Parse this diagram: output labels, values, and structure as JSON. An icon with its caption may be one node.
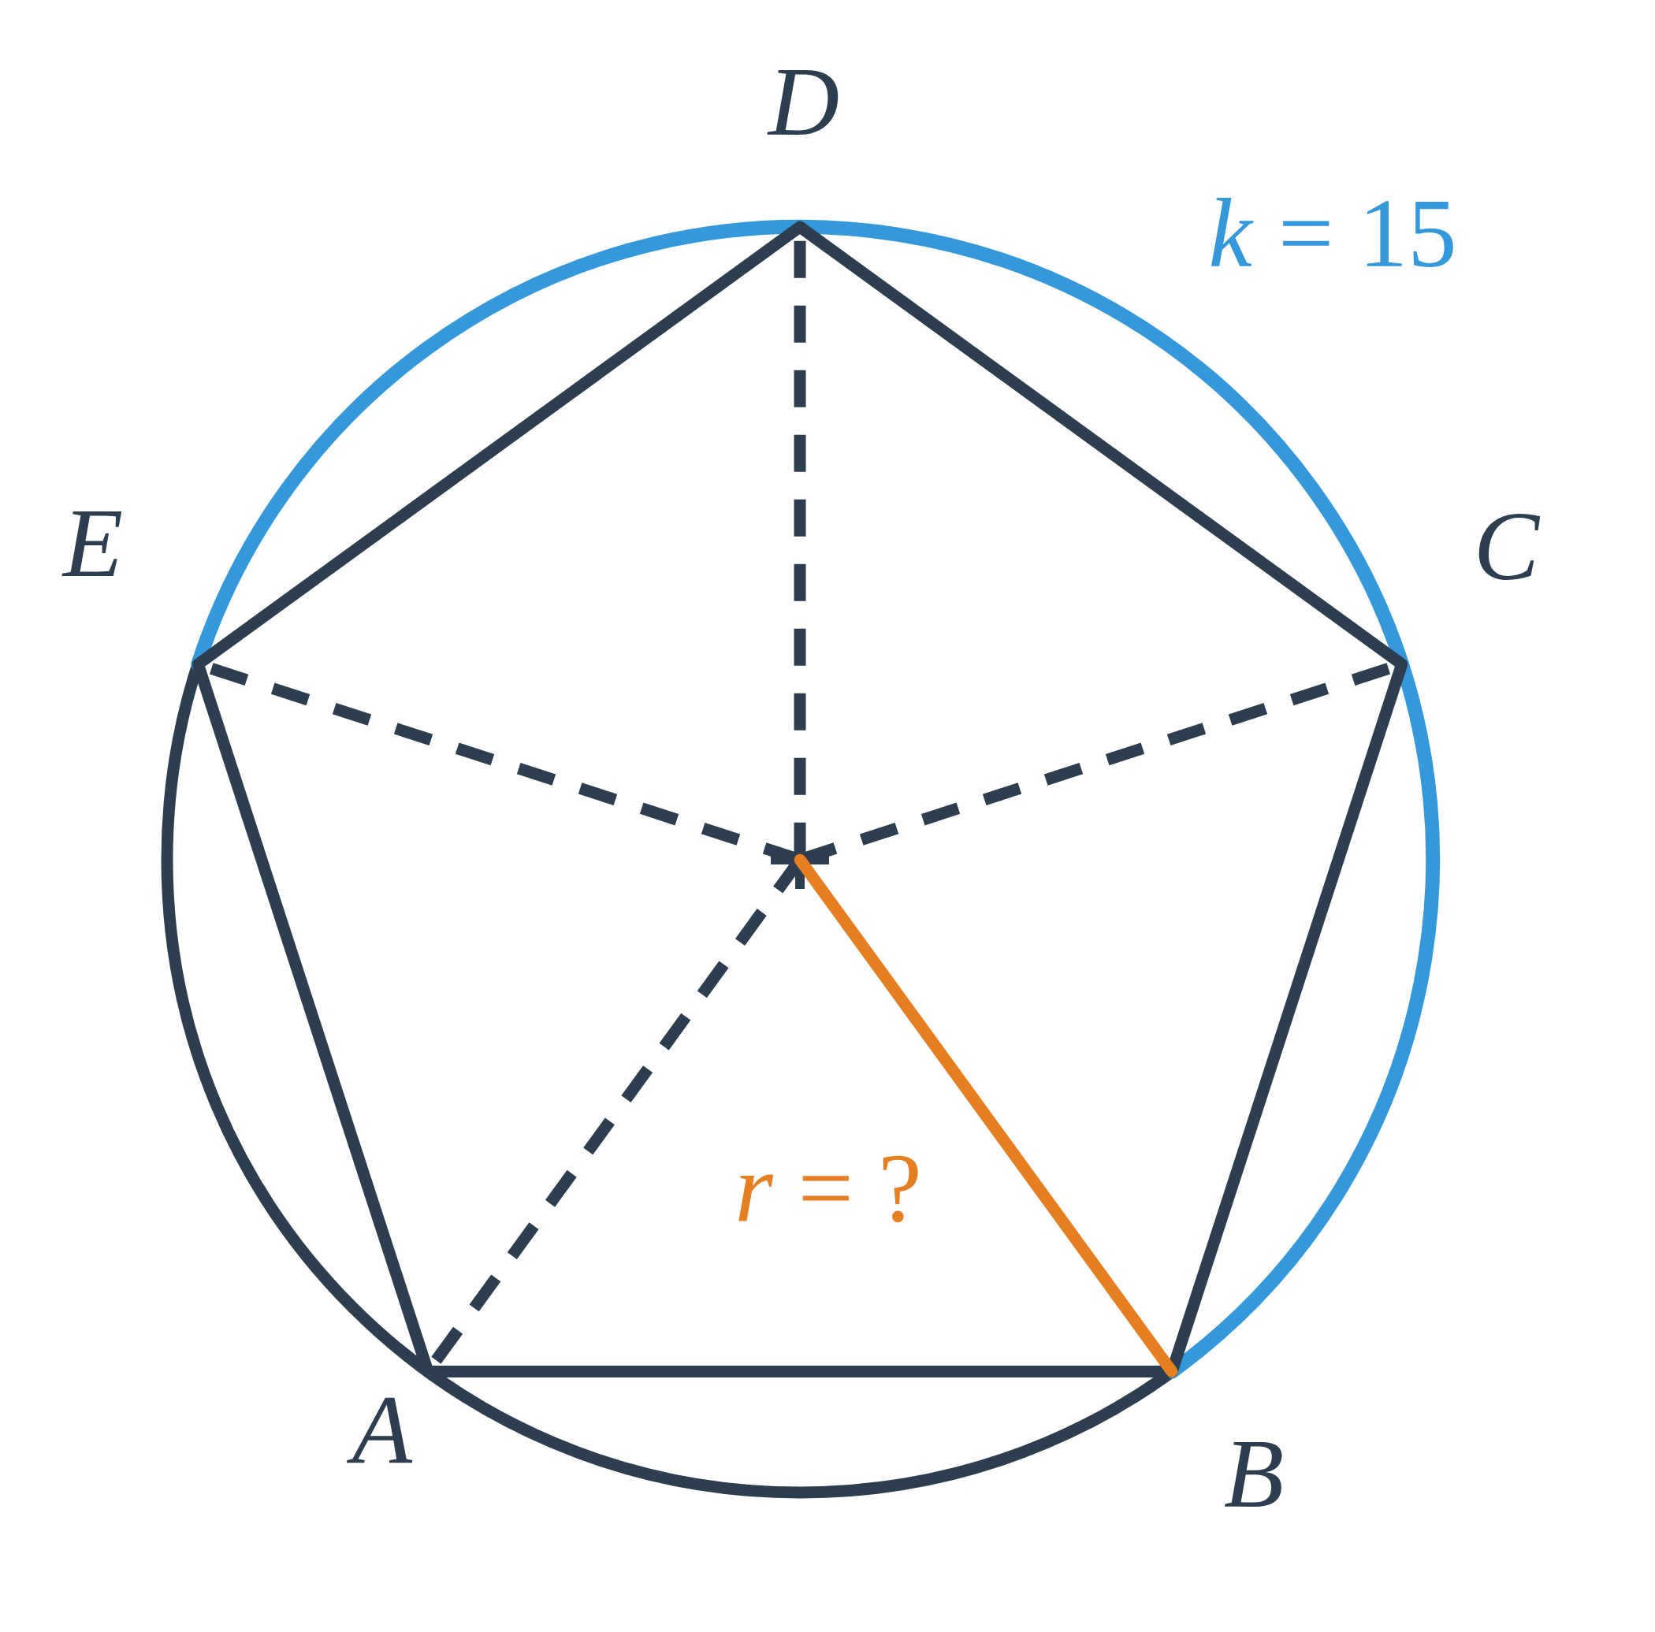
{
  "diagram": {
    "nodes": [
      {
        "text": [],
        "shape": "point",
        "beside": [
          "*D*"
        ]
      },
      {
        "text": [],
        "shape": "point",
        "beside": [
          "*E*"
        ]
      },
      {
        "text": [],
        "shape": "point",
        "beside": [
          "*C*"
        ]
      },
      {
        "text": [],
        "shape": "cross"
      },
      {
        "text": [],
        "shape": "point",
        "beside": [
          "*A*"
        ]
      },
      {
        "text": [],
        "shape": "point",
        "beside": [
          "*B*"
        ]
      }
    ],
    "edges": [
      {
        "from": 0,
        "to": 2,
        "arrow": "none"
      },
      {
        "from": 2,
        "to": 5,
        "arrow": "none"
      },
      {
        "from": 5,
        "to": 4,
        "arrow": "none"
      },
      {
        "from": 4,
        "to": 1,
        "arrow": "none"
      },
      {
        "from": 1,
        "to": 0,
        "arrow": "none"
      },
      {
        "from": 3,
        "to": 0,
        "arrow": "none",
        "style": "dashed"
      },
      {
        "from": 3,
        "to": 1,
        "arrow": "none",
        "style": "dashed"
      },
      {
        "from": 3,
        "to": 2,
        "arrow": "none",
        "style": "dashed"
      },
      {
        "from": 3,
        "to": 4,
        "arrow": "none",
        "style": "dashed"
      },
      {
        "from": 3,
        "to": 5,
        "arrow": "none",
        "color": "#e67e22",
        "label": "*r* = ?"
      }
    ],
    "labels": [
      "*k* = 15"
    ]
  }
}
